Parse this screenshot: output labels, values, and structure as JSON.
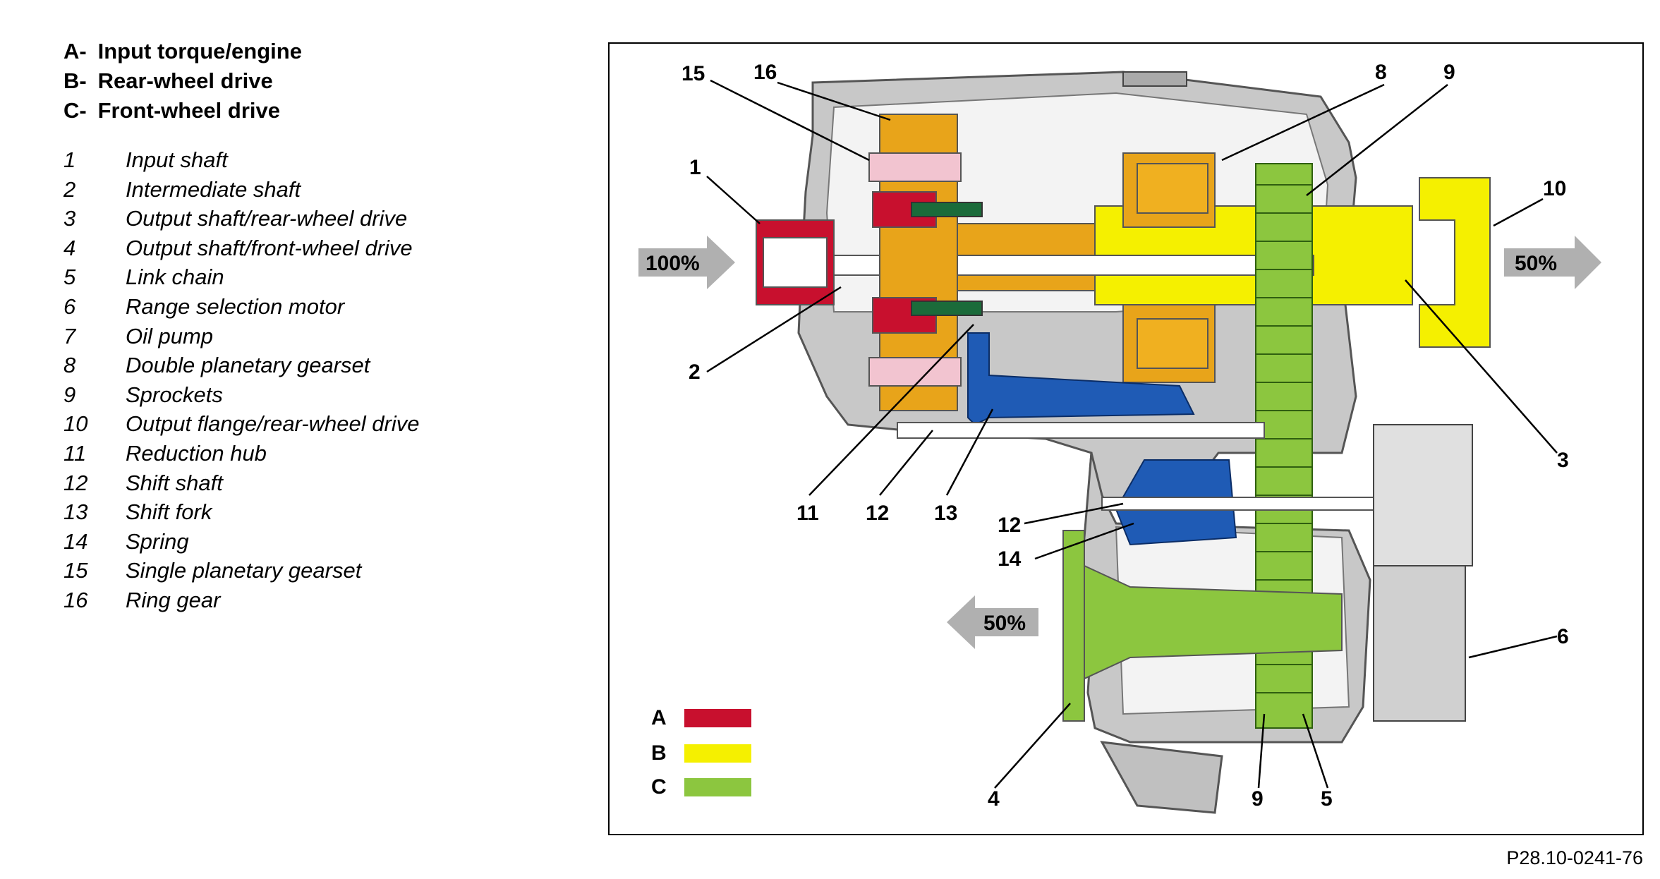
{
  "legend": {
    "flows": [
      {
        "key": "A-",
        "label": "Input torque/engine"
      },
      {
        "key": "B-",
        "label": "Rear-wheel drive"
      },
      {
        "key": "C-",
        "label": "Front-wheel drive"
      }
    ],
    "parts": [
      {
        "num": "1",
        "label": "Input shaft"
      },
      {
        "num": "2",
        "label": "Intermediate shaft"
      },
      {
        "num": "3",
        "label": "Output shaft/rear-wheel drive"
      },
      {
        "num": "4",
        "label": "Output shaft/front-wheel drive"
      },
      {
        "num": "5",
        "label": "Link chain"
      },
      {
        "num": "6",
        "label": "Range selection motor"
      },
      {
        "num": "7",
        "label": "Oil pump"
      },
      {
        "num": "8",
        "label": "Double planetary gearset"
      },
      {
        "num": "9",
        "label": "Sprockets"
      },
      {
        "num": "10",
        "label": "Output flange/rear-wheel drive"
      },
      {
        "num": "11",
        "label": "Reduction hub"
      },
      {
        "num": "12",
        "label": "Shift shaft"
      },
      {
        "num": "13",
        "label": "Shift fork"
      },
      {
        "num": "14",
        "label": "Spring"
      },
      {
        "num": "15",
        "label": "Single planetary gearset"
      },
      {
        "num": "16",
        "label": "Ring gear"
      }
    ]
  },
  "diagram": {
    "arrows": {
      "input": "100%",
      "rear_output": "50%",
      "front_output": "50%"
    },
    "callouts": {
      "c15": "15",
      "c16": "16",
      "c8": "8",
      "c9a": "9",
      "c10": "10",
      "c1": "1",
      "c2": "2",
      "c3": "3",
      "c11": "11",
      "c12a": "12",
      "c13": "13",
      "c12b": "12",
      "c14": "14",
      "c6": "6",
      "c4": "4",
      "c9b": "9",
      "c5": "5"
    },
    "color_key": [
      {
        "key": "A",
        "color": "#c8102e"
      },
      {
        "key": "B",
        "color": "#f5f000"
      },
      {
        "key": "C",
        "color": "#8cc63f"
      }
    ],
    "colors": {
      "housing": "#c8c8c8",
      "planetary": "#e8a41a",
      "ring_pink": "#f2c4d0",
      "shift_blue": "#1f5bb5",
      "pump_green": "#1b6b3a"
    }
  },
  "figure_code": "P28.10-0241-76"
}
